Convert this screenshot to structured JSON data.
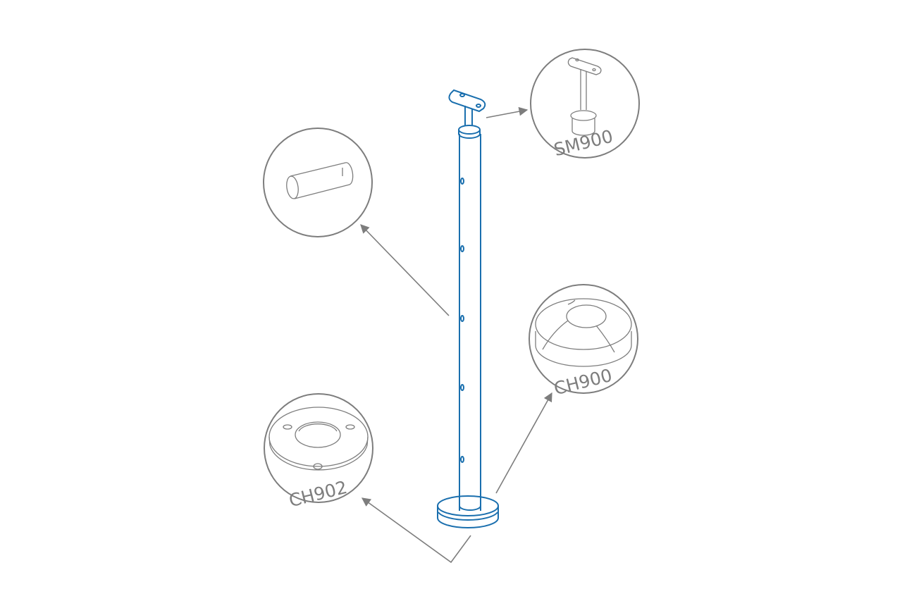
{
  "diagram": {
    "subject": "Railing post assembly",
    "colors": {
      "post": "#1a6fae",
      "callout": "#7d7d7d",
      "background": "#ffffff"
    },
    "callouts": [
      {
        "id": "sm900",
        "label": "SM900",
        "part": "handrail saddle bracket"
      },
      {
        "id": "pin",
        "label": "",
        "part": "cross bar / pin connector"
      },
      {
        "id": "ch900",
        "label": "CH900",
        "part": "cover cap"
      },
      {
        "id": "ch902",
        "label": "CH902",
        "part": "base plate"
      }
    ]
  }
}
